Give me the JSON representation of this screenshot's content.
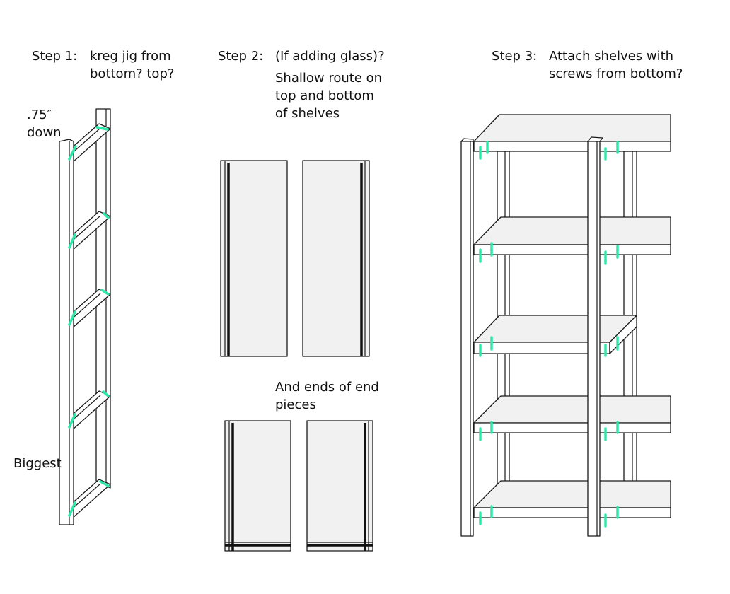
{
  "colors": {
    "line": "#1a1a1a",
    "panel": "#f1f1f1",
    "screw": "#2ee8a8",
    "background": "#ffffff"
  },
  "step1": {
    "title": "Step 1:",
    "note": "kreg jig from\nbottom? top?",
    "offset_note": ".75″\ndown",
    "bottom_note": "Biggest"
  },
  "step2": {
    "title": "Step 2:",
    "note": "(If adding glass)?",
    "route_note": "Shallow route on\ntop and bottom\nof shelves",
    "ends_note": "And ends of end\npieces"
  },
  "step3": {
    "title": "Step 3:",
    "note": "Attach shelves with\nscrews from bottom?"
  }
}
